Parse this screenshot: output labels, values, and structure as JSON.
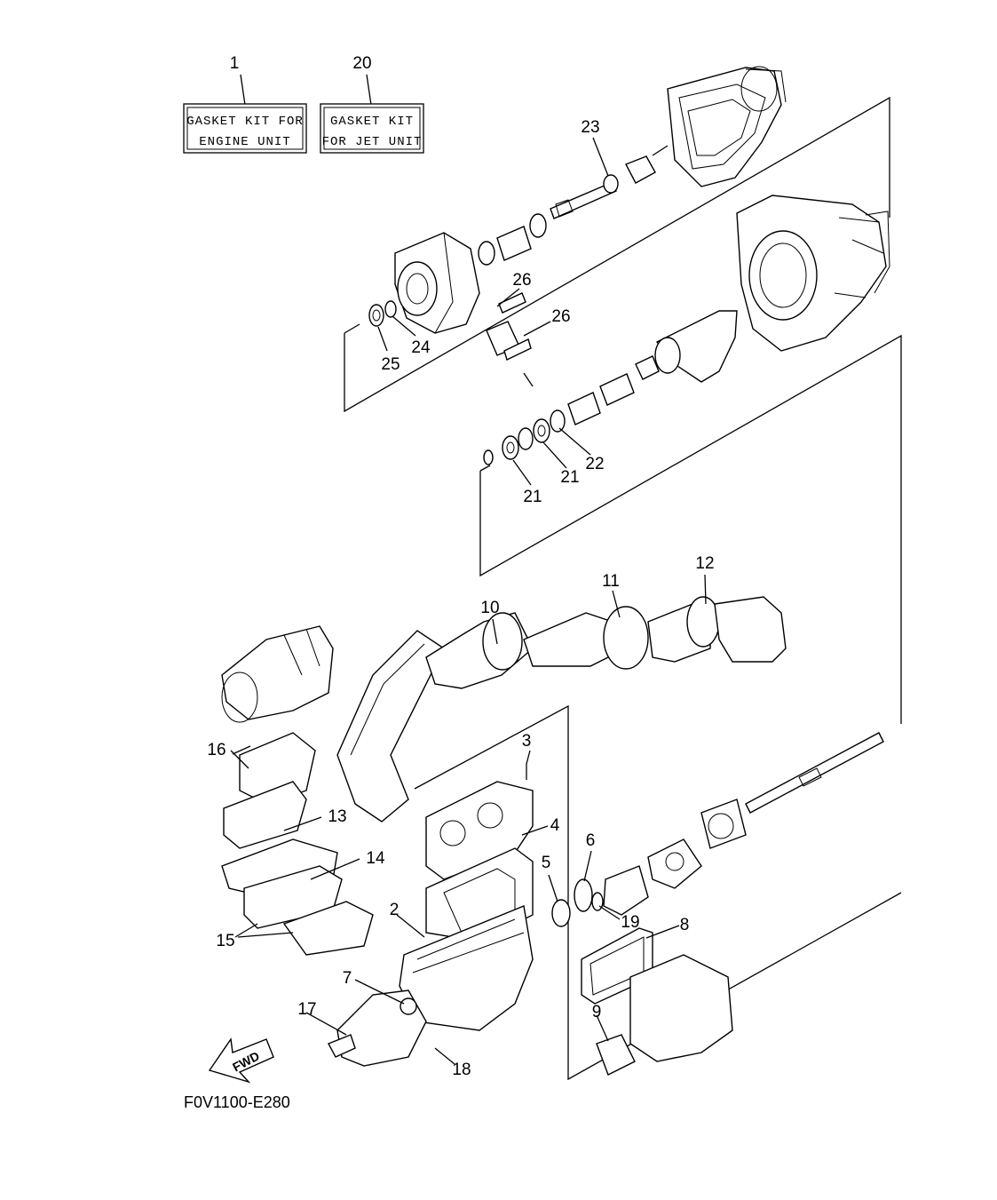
{
  "kits": [
    {
      "number": "1",
      "line1": "GASKET KIT FOR",
      "line2": "ENGINE UNIT"
    },
    {
      "number": "20",
      "line1": "GASKET KIT",
      "line2": "FOR JET UNIT"
    }
  ],
  "callouts": {
    "c2": "2",
    "c3": "3",
    "c4": "4",
    "c5": "5",
    "c6": "6",
    "c7": "7",
    "c8": "8",
    "c9": "9",
    "c10": "10",
    "c11": "11",
    "c12": "12",
    "c13": "13",
    "c14": "14",
    "c15": "15",
    "c16": "16",
    "c17": "17",
    "c18": "18",
    "c19": "19",
    "c21a": "21",
    "c21b": "21",
    "c22": "22",
    "c23": "23",
    "c24": "24",
    "c25": "25",
    "c26a": "26",
    "c26b": "26"
  },
  "fwd_label": "FWD",
  "figure_code": "F0V1100-E280"
}
